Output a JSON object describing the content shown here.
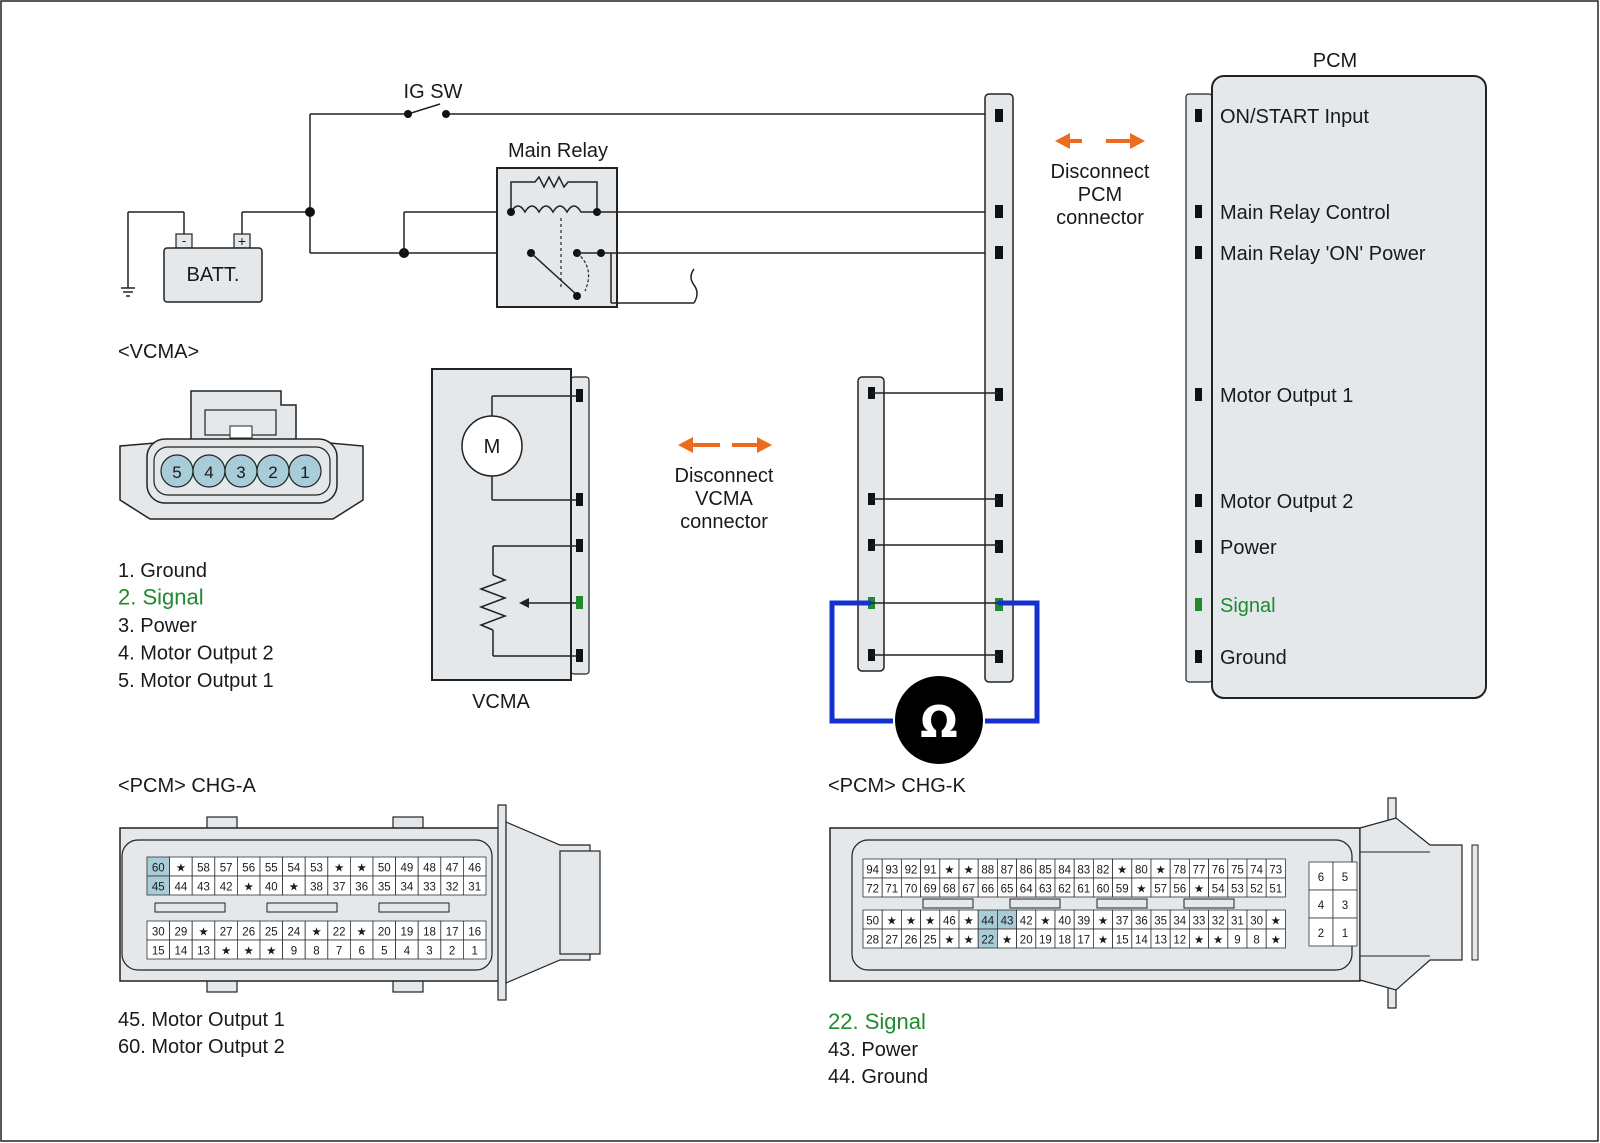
{
  "circuit": {
    "ig_sw_label": "IG SW",
    "main_relay_label": "Main Relay",
    "batt_label": "BATT.",
    "batt_minus": "-",
    "batt_plus": "+",
    "pcm_label": "PCM",
    "pcm_pins": [
      "ON/START Input",
      "Main Relay Control",
      "Main Relay  'ON' Power",
      "Motor Output 1",
      "Motor Output 2",
      "Power",
      "Signal",
      "Ground"
    ],
    "disconnect_pcm": [
      "Disconnect",
      "PCM",
      "connector"
    ],
    "disconnect_vcma": [
      "Disconnect",
      "VCMA",
      "connector"
    ],
    "vcma_label": "VCMA",
    "motor_label": "M",
    "ohm_symbol": "Ω",
    "arrow_color": "#ee6a1c",
    "probe_color": "#1430d0",
    "signal_color": "#1f8a2e",
    "highlight_color": "#a8cdd8"
  },
  "vcma_connector": {
    "title": "<VCMA>",
    "pins": [
      "5",
      "4",
      "3",
      "2",
      "1"
    ],
    "legend": [
      "1. Ground",
      "2. Signal",
      "3. Power",
      "4. Motor Output 2",
      "5. Motor Output 1"
    ],
    "legend_highlight_index": 1
  },
  "chg_a": {
    "title": "<PCM> CHG-A",
    "rows": [
      [
        "60",
        "★",
        "58",
        "57",
        "56",
        "55",
        "54",
        "53",
        "★",
        "★",
        "50",
        "49",
        "48",
        "47",
        "46"
      ],
      [
        "45",
        "44",
        "43",
        "42",
        "★",
        "40",
        "★",
        "38",
        "37",
        "36",
        "35",
        "34",
        "33",
        "32",
        "31"
      ],
      [
        "30",
        "29",
        "★",
        "27",
        "26",
        "25",
        "24",
        "★",
        "22",
        "★",
        "20",
        "19",
        "18",
        "17",
        "16"
      ],
      [
        "15",
        "14",
        "13",
        "★",
        "★",
        "★",
        "9",
        "8",
        "7",
        "6",
        "5",
        "4",
        "3",
        "2",
        "1"
      ]
    ],
    "highlight": [
      "60",
      "45"
    ],
    "legend": [
      "45. Motor Output 1",
      "60. Motor Output 2"
    ]
  },
  "chg_k": {
    "title": "<PCM> CHG-K",
    "rows": [
      [
        "94",
        "93",
        "92",
        "91",
        "★",
        "★",
        "88",
        "87",
        "86",
        "85",
        "84",
        "83",
        "82",
        "★",
        "80",
        "★",
        "78",
        "77",
        "76",
        "75",
        "74",
        "73"
      ],
      [
        "72",
        "71",
        "70",
        "69",
        "68",
        "67",
        "66",
        "65",
        "64",
        "63",
        "62",
        "61",
        "60",
        "59",
        "★",
        "57",
        "56",
        "★",
        "54",
        "53",
        "52",
        "51"
      ],
      [
        "50",
        "★",
        "★",
        "★",
        "46",
        "★",
        "44",
        "43",
        "42",
        "★",
        "40",
        "39",
        "★",
        "37",
        "36",
        "35",
        "34",
        "33",
        "32",
        "31",
        "30",
        "★"
      ],
      [
        "28",
        "27",
        "26",
        "25",
        "★",
        "★",
        "22",
        "★",
        "20",
        "19",
        "18",
        "17",
        "★",
        "15",
        "14",
        "13",
        "12",
        "★",
        "★",
        "9",
        "8",
        "★"
      ]
    ],
    "side_block": [
      [
        "6",
        "5"
      ],
      [
        "4",
        "3"
      ],
      [
        "2",
        "1"
      ]
    ],
    "highlight": [
      "44",
      "43",
      "22"
    ],
    "legend": [
      "22. Signal",
      "43. Power",
      "44. Ground"
    ],
    "legend_highlight_index": 0
  }
}
